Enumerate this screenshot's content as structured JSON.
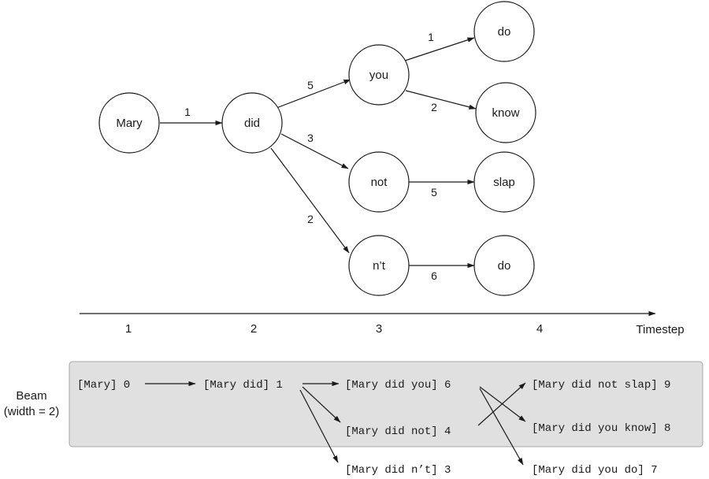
{
  "tree": {
    "nodes": [
      {
        "id": "mary",
        "label": "Mary"
      },
      {
        "id": "did",
        "label": "did"
      },
      {
        "id": "you",
        "label": "you"
      },
      {
        "id": "not",
        "label": "not"
      },
      {
        "id": "nt",
        "label": "n’t"
      },
      {
        "id": "do1",
        "label": "do"
      },
      {
        "id": "know",
        "label": "know"
      },
      {
        "id": "slap",
        "label": "slap"
      },
      {
        "id": "do2",
        "label": "do"
      }
    ],
    "edges": [
      {
        "from": "mary",
        "to": "did",
        "label": "1"
      },
      {
        "from": "did",
        "to": "you",
        "label": "5"
      },
      {
        "from": "did",
        "to": "not",
        "label": "3"
      },
      {
        "from": "did",
        "to": "nt",
        "label": "2"
      },
      {
        "from": "you",
        "to": "do1",
        "label": "1"
      },
      {
        "from": "you",
        "to": "know",
        "label": "2"
      },
      {
        "from": "not",
        "to": "slap",
        "label": "5"
      },
      {
        "from": "nt",
        "to": "do2",
        "label": "6"
      }
    ]
  },
  "timeline": {
    "ticks": [
      "1",
      "2",
      "3",
      "4"
    ],
    "label": "Timestep"
  },
  "beam": {
    "label_line1": "Beam",
    "label_line2": "(width = 2)",
    "items": [
      {
        "id": "b_mary",
        "text": "[Mary] 0"
      },
      {
        "id": "b_did",
        "text": "[Mary did] 1"
      },
      {
        "id": "b_you",
        "text": "[Mary did you] 6"
      },
      {
        "id": "b_not",
        "text": "[Mary did not] 4"
      },
      {
        "id": "b_nt",
        "text": "[Mary did n’t] 3"
      },
      {
        "id": "b_slap",
        "text": "[Mary did not slap] 9"
      },
      {
        "id": "b_know",
        "text": "[Mary did you know] 8"
      },
      {
        "id": "b_do",
        "text": "[Mary did you do] 7"
      }
    ]
  }
}
